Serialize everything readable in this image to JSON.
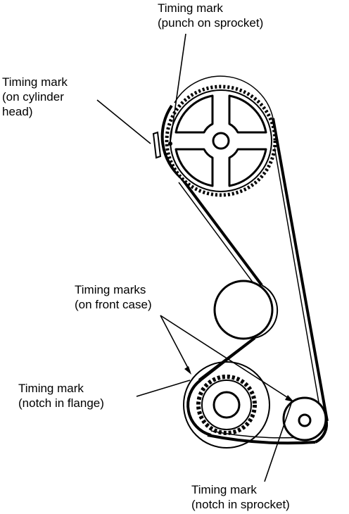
{
  "labels": {
    "cam_sprocket_mark": {
      "line1": "Timing mark",
      "line2": "(punch on sprocket)"
    },
    "cylinder_head_mark": {
      "line1": "Timing mark",
      "line2": "(on cylinder",
      "line3": "head)"
    },
    "front_case_marks": {
      "line1": "Timing marks",
      "line2": "(on front case)"
    },
    "flange_mark": {
      "line1": "Timing mark",
      "line2": "(notch in flange)"
    },
    "crank_sprocket_mark": {
      "line1": "Timing mark",
      "line2": "(notch in sprocket)"
    }
  },
  "colors": {
    "ink": "#000000",
    "paper": "#ffffff"
  }
}
